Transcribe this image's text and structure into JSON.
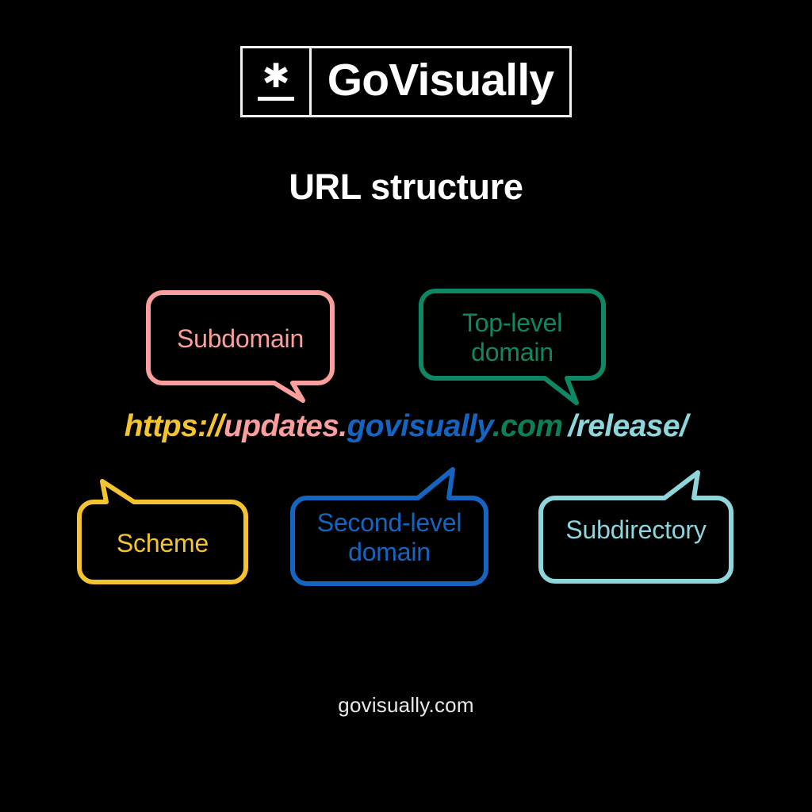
{
  "background_color": "#000000",
  "logo": {
    "mark_glyph": "✳",
    "mark_icon_name": "asterisk-icon",
    "wordmark": "GoVisually",
    "border_color": "#f2f2f2"
  },
  "header": {
    "title": "URL structure"
  },
  "url": {
    "full": "https://updates.govisually.com/release/",
    "segments": [
      {
        "key": "scheme",
        "text": "https://",
        "color": "#F4C430"
      },
      {
        "key": "subdomain",
        "text": "updates.",
        "color": "#FA9E9E"
      },
      {
        "key": "second_level_domain",
        "text": "govisually",
        "color": "#1565C0"
      },
      {
        "key": "top_level_domain",
        "text": ".com",
        "color": "#0A8055"
      },
      {
        "key": "subdirectory",
        "text": "/release/",
        "color": "#8FD5DC"
      }
    ]
  },
  "callouts": [
    {
      "id": "subdomain",
      "label": "Subdomain",
      "color": "#FA9E9E",
      "tail_direction": "down-right",
      "points_to": "updates."
    },
    {
      "id": "top_level_domain",
      "label": "Top-level\ndomain",
      "label_line1": "Top-level",
      "label_line2": "domain",
      "color": "#0E8764",
      "tail_direction": "down-right",
      "points_to": ".com"
    },
    {
      "id": "scheme",
      "label": "Scheme",
      "color": "#F4C430",
      "tail_direction": "up-left",
      "points_to": "https://"
    },
    {
      "id": "second_level_domain",
      "label": "Second-level\ndomain",
      "label_line1": "Second-level",
      "label_line2": "domain",
      "color": "#1565C0",
      "tail_direction": "up-right",
      "points_to": "govisually"
    },
    {
      "id": "subdirectory",
      "label": "Subdirectory",
      "color": "#8FD5DC",
      "tail_direction": "up-right",
      "points_to": "/release/"
    }
  ],
  "footer": {
    "site": "govisually.com"
  }
}
